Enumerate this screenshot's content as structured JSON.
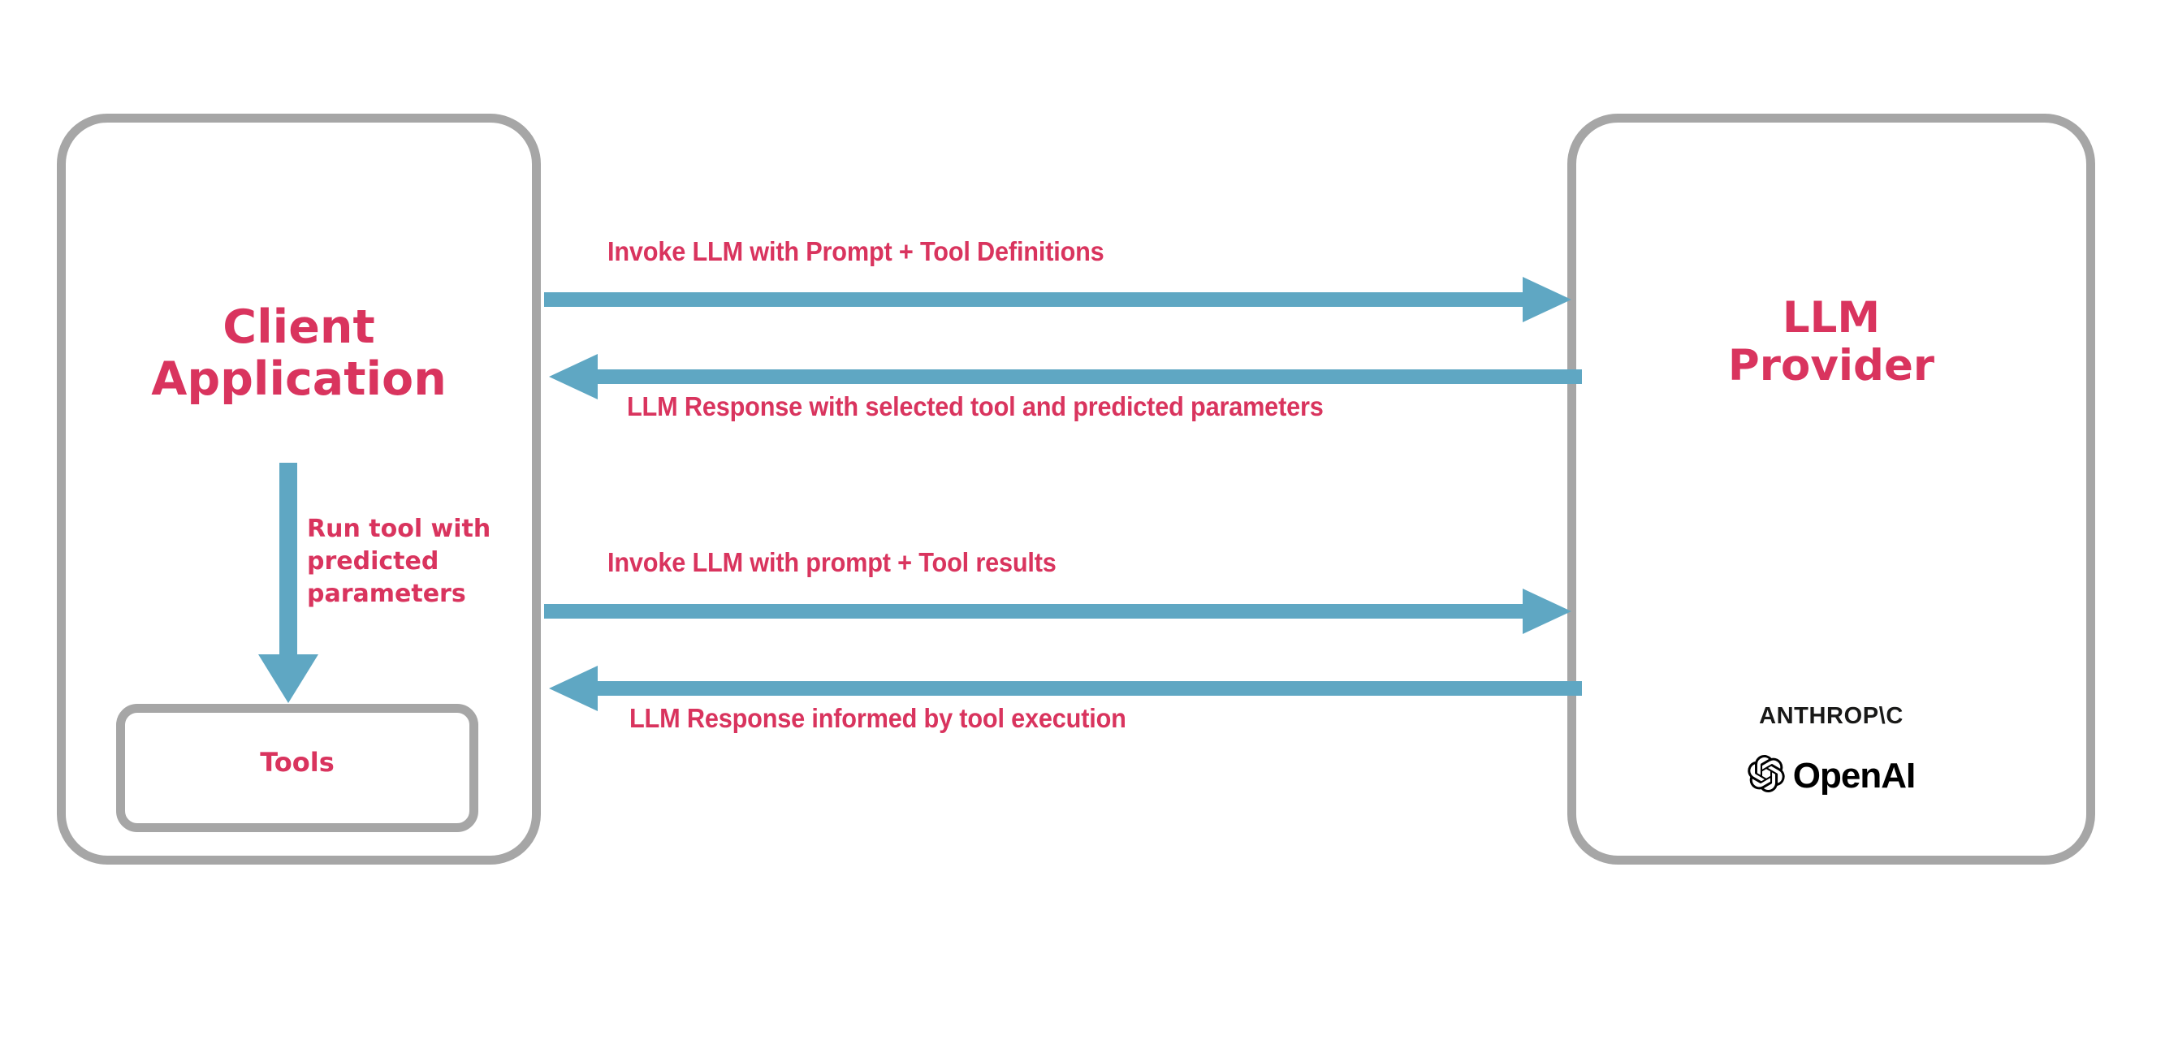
{
  "diagram": {
    "title": "LLM tool-calling interaction flow",
    "colors": {
      "accent_text": "#d9345e",
      "box_border": "#a6a6a6",
      "arrow": "#5fa7c3",
      "logo_text": "#191918",
      "background": "#ffffff"
    },
    "nodes": {
      "client": {
        "title": "Client\nApplication",
        "inner": {
          "tools_label": "Tools"
        }
      },
      "provider": {
        "title": "LLM\nProvider",
        "logos": [
          {
            "name": "anthropic-logo",
            "text": "ANTHROP\\C"
          },
          {
            "name": "openai-logo",
            "text": "OpenAI"
          }
        ]
      }
    },
    "internal_flows": [
      {
        "name": "run-tool",
        "label": "Run tool with\npredicted\nparameters",
        "direction": "down",
        "from": "Client Application",
        "to": "Tools"
      }
    ],
    "message_flows": [
      {
        "index": 1,
        "label": "Invoke LLM with Prompt + Tool Definitions",
        "direction": "right",
        "from": "Client Application",
        "to": "LLM Provider"
      },
      {
        "index": 2,
        "label": "LLM Response with selected tool and predicted parameters",
        "direction": "left",
        "from": "LLM Provider",
        "to": "Client Application"
      },
      {
        "index": 3,
        "label": "Invoke LLM with prompt + Tool results",
        "direction": "right",
        "from": "Client Application",
        "to": "LLM Provider"
      },
      {
        "index": 4,
        "label": "LLM Response informed by tool execution",
        "direction": "left",
        "from": "LLM Provider",
        "to": "Client Application"
      }
    ]
  }
}
